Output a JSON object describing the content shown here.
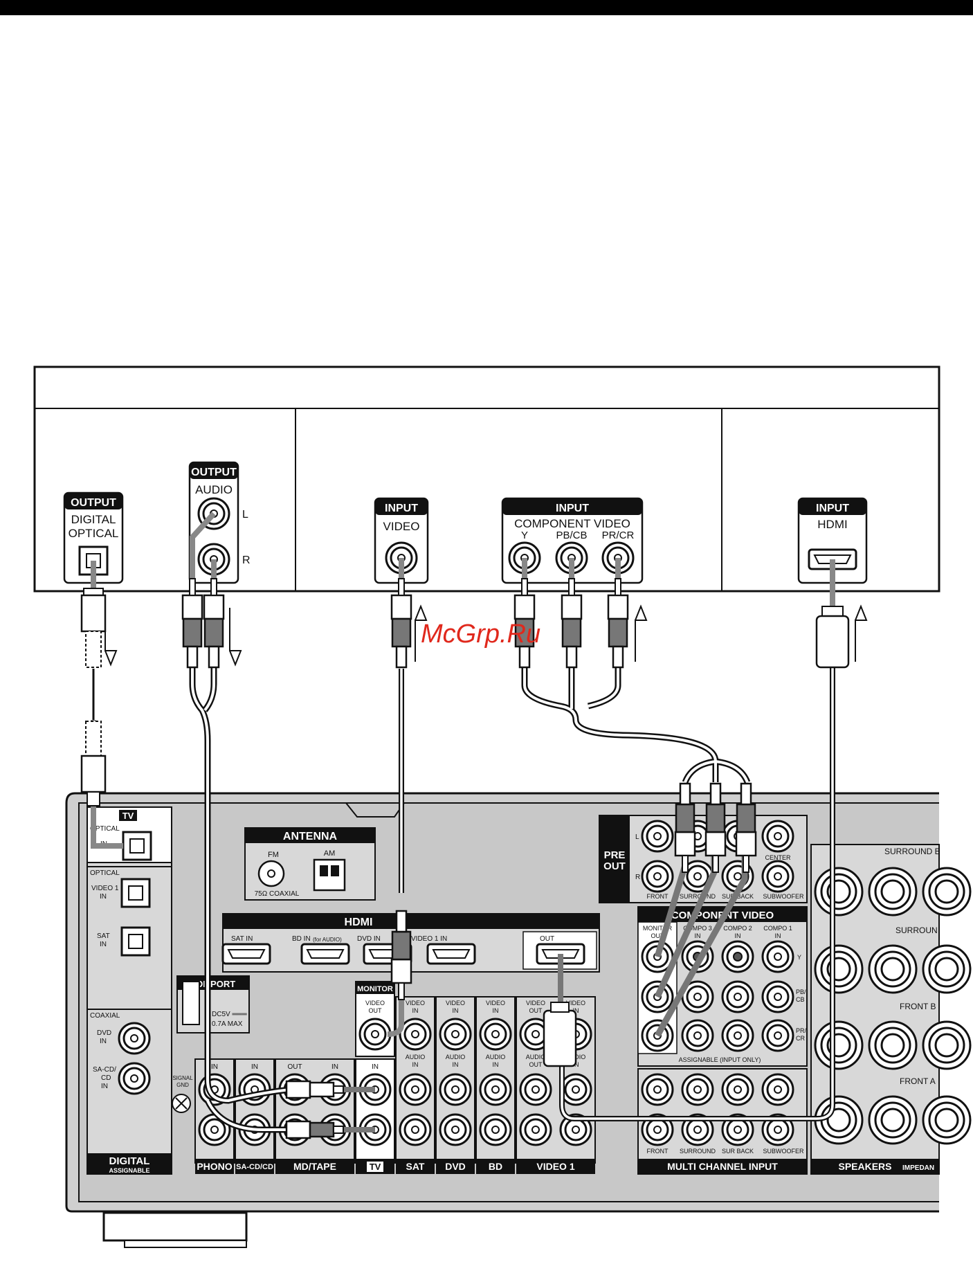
{
  "watermark": "McGrp.Ru",
  "devices": {
    "tv": {
      "output_header": "OUTPUT",
      "optical_label": "DIGITAL\nOPTICAL",
      "audio_header": "OUTPUT",
      "audio_label": "AUDIO",
      "l": "L",
      "r": "R"
    },
    "video": {
      "input_header": "INPUT",
      "video_label": "VIDEO",
      "comp_header": "INPUT",
      "comp_label": "COMPONENT VIDEO",
      "y": "Y",
      "pb": "PB/CB",
      "pr": "PR/CR"
    },
    "hdmi": {
      "input_header": "INPUT",
      "hdmi_label": "HDMI"
    }
  },
  "receiver": {
    "tv_box": "TV",
    "tv_optical": "OPTICAL",
    "tv_in": "IN",
    "optical": "OPTICAL",
    "video1_in": "VIDEO 1\nIN",
    "sat_in": "SAT\nIN",
    "coaxial": "COAXIAL",
    "dvd_in": "DVD\nIN",
    "sacd_in": "SA-CD/\nCD\nIN",
    "digital": "DIGITAL",
    "assignable": "ASSIGNABLE",
    "antenna": "ANTENNA",
    "fm": "FM",
    "am": "AM",
    "coax75": "75Ω COAXIAL",
    "hdmi": "HDMI",
    "sat_in_h": "SAT IN",
    "bd_in_h": "BD IN",
    "for_audio": "(for AUDIO)",
    "dvd_in_h": "DVD IN",
    "video1_in_h": "VIDEO 1 IN",
    "out": "OUT",
    "dmport": "DMPORT",
    "dc": "DC5V ═══",
    "max": "0.7A MAX",
    "signal_gnd": "SIGNAL\nGND",
    "pre_out": "PRE\nOUT",
    "front": "FRONT",
    "surround": "SURROUND",
    "sur_back": "SUR BACK",
    "subwoofer": "SUBWOOFER",
    "center": "CENTER",
    "component_video": "COMPONENT VIDEO",
    "monitor_out": "MONITOR\nOUT",
    "compo3": "COMPO 3\nIN",
    "compo2": "COMPO 2\nIN",
    "compo1": "COMPO 1\nIN",
    "y": "Y",
    "pb": "PB/\nCB",
    "pr": "PR/\nCR",
    "assignable_input_only": "ASSIGNABLE (INPUT ONLY)",
    "monitor": "MONITOR",
    "video_out": "VIDEO\nOUT",
    "video_in": "VIDEO\nIN",
    "audio_in": "AUDIO\nIN",
    "audio_out": "AUDIO\nOUT",
    "in": "IN",
    "l": "L",
    "r": "R",
    "phono": "PHONO",
    "sacd": "SA-CD/CD",
    "mdtape": "MD/TAPE",
    "tv": "TV",
    "sat": "SAT",
    "dvd": "DVD",
    "bd": "BD",
    "video1": "VIDEO 1",
    "multi_channel_input": "MULTI CHANNEL INPUT",
    "speakers": "SPEAKERS",
    "impedance": "IMPEDAN",
    "surround_b": "SURROUND B",
    "surround2": "SURROUN",
    "front_b": "FRONT B",
    "front_a": "FRONT A"
  }
}
